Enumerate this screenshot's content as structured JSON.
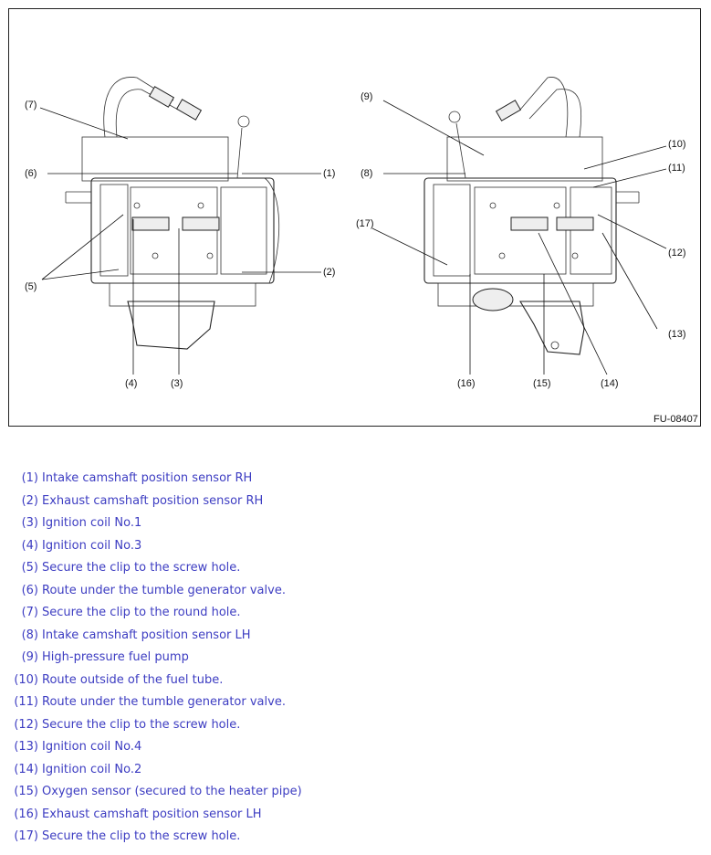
{
  "figure": {
    "id": "FU-08407",
    "callouts": [
      "(1)",
      "(2)",
      "(3)",
      "(4)",
      "(5)",
      "(6)",
      "(7)",
      "(8)",
      "(9)",
      "(10)",
      "(11)",
      "(12)",
      "(13)",
      "(14)",
      "(15)",
      "(16)",
      "(17)"
    ]
  },
  "legend": [
    {
      "num": "(1)",
      "text": "Intake camshaft position sensor RH"
    },
    {
      "num": "(2)",
      "text": "Exhaust camshaft position sensor RH"
    },
    {
      "num": "(3)",
      "text": "Ignition coil No.1"
    },
    {
      "num": "(4)",
      "text": "Ignition coil No.3"
    },
    {
      "num": "(5)",
      "text": "Secure the clip to the screw hole."
    },
    {
      "num": "(6)",
      "text": "Route under the tumble generator valve."
    },
    {
      "num": "(7)",
      "text": "Secure the clip to the round hole."
    },
    {
      "num": "(8)",
      "text": "Intake camshaft position sensor LH"
    },
    {
      "num": "(9)",
      "text": "High-pressure fuel pump"
    },
    {
      "num": "(10)",
      "text": "Route outside of the fuel tube."
    },
    {
      "num": "(11)",
      "text": "Route under the tumble generator valve."
    },
    {
      "num": "(12)",
      "text": "Secure the clip to the screw hole."
    },
    {
      "num": "(13)",
      "text": "Ignition coil No.4"
    },
    {
      "num": "(14)",
      "text": "Ignition coil No.2"
    },
    {
      "num": "(15)",
      "text": "Oxygen sensor (secured to the heater pipe)"
    },
    {
      "num": "(16)",
      "text": "Exhaust camshaft position sensor LH"
    },
    {
      "num": "(17)",
      "text": "Secure the clip to the screw hole."
    }
  ]
}
